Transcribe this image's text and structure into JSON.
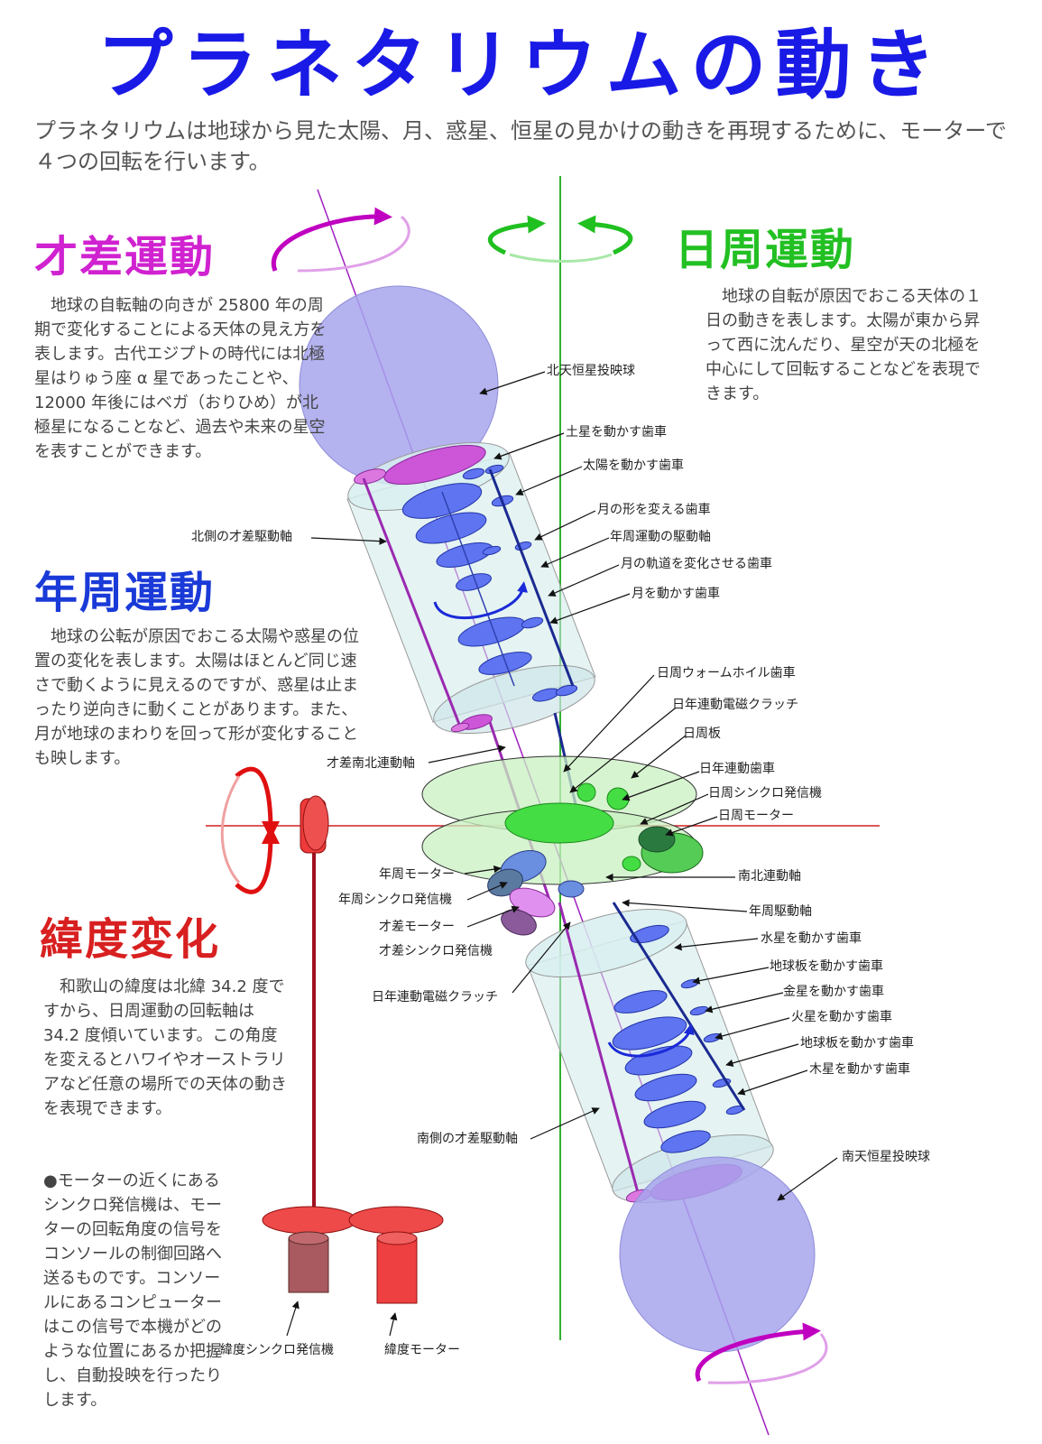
{
  "title": "プラネタリウムの動き",
  "intro": "プラネタリウムは地球から見た太陽、月、惑星、恒星の見かけの動きを再現するために、モーターで４つの回転を行います。",
  "sections": {
    "precession": {
      "title": "才差運動",
      "color": "#d022d0",
      "text": "地球の自転軸の向きが 25800 年の周期で変化することによる天体の見え方を表します。古代エジプトの時代には北極星はりゅう座 α 星であったことや、 12000 年後にはベガ（おりひめ）が北極星になることなど、過去や未来の星空を表すことができます。"
    },
    "diurnal": {
      "title": "日周運動",
      "color": "#22c022",
      "text": "地球の自転が原因でおこる天体の１日の動きを表します。太陽が東から昇って西に沈んだり、星空が天の北極を中心にして回転することなどを表現できます。"
    },
    "annual": {
      "title": "年周運動",
      "color": "#1a3ad8",
      "text": "地球の公転が原因でおこる太陽や惑星の位置の変化を表します。太陽はほとんど同じ速さで動くように見えるのですが、惑星は止まったり逆向きに動くことがあります。また、月が地球のまわりを回って形が変化することも映します。"
    },
    "latitude": {
      "title": "緯度変化",
      "color": "#d82020",
      "text": "和歌山の緯度は北緯 34.2 度ですから、日周運動の回転軸は 34.2 度傾いています。この角度を変えるとハワイやオーストラリアなど任意の場所での天体の動きを表現できます。"
    }
  },
  "note": "●モーターの近くにあるシンクロ発信機は、モーターの回転角度の信号をコンソールの制御回路へ送るものです。コンソールにあるコンピューターはこの信号で本機がどのような位置にあるか把握し、自動投映を行ったりします。",
  "labels": {
    "north_projector": "北天恒星投映球",
    "saturn_gear": "土星を動かす歯車",
    "sun_gear": "太陽を動かす歯車",
    "moon_phase_gear": "月の形を変える歯車",
    "annual_drive_shaft": "年周運動の駆動軸",
    "moon_orbit_gear": "月の軌道を変化させる歯車",
    "moon_gear": "月を動かす歯車",
    "north_precession_shaft": "北側の才差駆動軸",
    "diurnal_worm_wheel": "日周ウォームホイル歯車",
    "clutch_upper": "日年連動電磁クラッチ",
    "diurnal_plate": "日周板",
    "precession_ns_shaft": "才差南北連動軸",
    "diurnal_annual_gear": "日年連動歯車",
    "diurnal_synchro": "日周シンクロ発信機",
    "diurnal_motor": "日周モーター",
    "annual_motor": "年周モーター",
    "ns_link_shaft": "南北連動軸",
    "annual_synchro": "年周シンクロ発信機",
    "annual_drive": "年周駆動軸",
    "precession_motor": "才差モーター",
    "precession_synchro": "才差シンクロ発信機",
    "mercury_gear": "水星を動かす歯車",
    "earth_plate_gear_1": "地球板を動かす歯車",
    "clutch_lower": "日年連動電磁クラッチ",
    "venus_gear": "金星を動かす歯車",
    "mars_gear": "火星を動かす歯車",
    "earth_plate_gear_2": "地球板を動かす歯車",
    "jupiter_gear": "木星を動かす歯車",
    "south_precession_shaft": "南側の才差駆動軸",
    "south_projector": "南天恒星投映球",
    "latitude_synchro": "緯度シンクロ発信機",
    "latitude_motor": "緯度モーター"
  }
}
